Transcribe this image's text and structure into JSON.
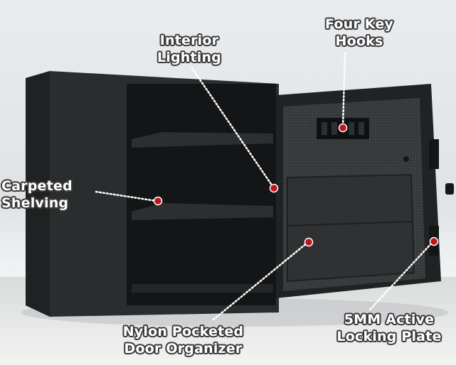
{
  "callouts": {
    "interior_lighting": {
      "line1": "Interior",
      "line2": "Lighting"
    },
    "key_hooks": {
      "line1": "Four Key",
      "line2": "Hooks"
    },
    "carpeted_shelving": {
      "line1": "Carpeted",
      "line2": "Shelving"
    },
    "door_organizer": {
      "line1": "Nylon Pocketed",
      "line2": "Door Organizer"
    },
    "locking_plate": {
      "line1": "5MM Active",
      "line2": "Locking Plate"
    }
  },
  "colors": {
    "safe_body": "#2a2d2e",
    "safe_interior": "#141516",
    "door_mesh": "#3a3c3d",
    "marker": "#c0141c",
    "leader_line": "#ffffff"
  }
}
